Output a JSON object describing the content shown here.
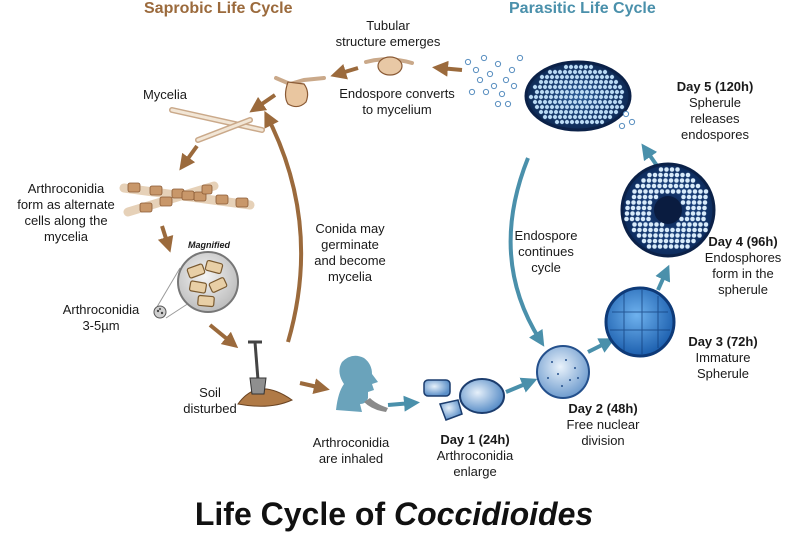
{
  "headers": {
    "saprobic": "Saprobic Life Cycle",
    "parasitic": "Parasitic Life Cycle"
  },
  "colors": {
    "saprobic": "#9b6a3c",
    "parasitic": "#4a90ab",
    "spherule_dark": "#1c3d6e",
    "spherule_light": "#9fc3e6"
  },
  "title": {
    "main": "Life Cycle of ",
    "genus": "Coccidioides"
  },
  "labels": {
    "tubular": [
      "Tubular",
      "structure emerges"
    ],
    "endospore_converts": [
      "Endospore converts",
      "to mycelium"
    ],
    "mycelia": "Mycelia",
    "arthro_form": [
      "Arthroconidia",
      "form as alternate",
      "cells along the",
      "mycelia"
    ],
    "magnified": "Magnified",
    "arthro_size": [
      "Arthroconidia",
      "3-5µm"
    ],
    "soil": [
      "Soil",
      "disturbed"
    ],
    "conida": [
      "Conida may",
      "germinate",
      "and become",
      "mycelia"
    ],
    "inhaled": [
      "Arthroconidia",
      "are inhaled"
    ],
    "endospore_continues": [
      "Endospore",
      "continues",
      "cycle"
    ]
  },
  "days": [
    {
      "day": "Day 1 (24h)",
      "desc": [
        "Arthroconidia",
        "enlarge"
      ]
    },
    {
      "day": "Day 2 (48h)",
      "desc": [
        "Free nuclear",
        "division"
      ]
    },
    {
      "day": "Day 3 (72h)",
      "desc": [
        "Immature",
        "Spherule"
      ]
    },
    {
      "day": "Day 4 (96h)",
      "desc": [
        "Endosphores",
        "form in the",
        "spherule"
      ]
    },
    {
      "day": "Day 5 (120h)",
      "desc": [
        "Spherule",
        "releases",
        "endospores"
      ]
    }
  ]
}
